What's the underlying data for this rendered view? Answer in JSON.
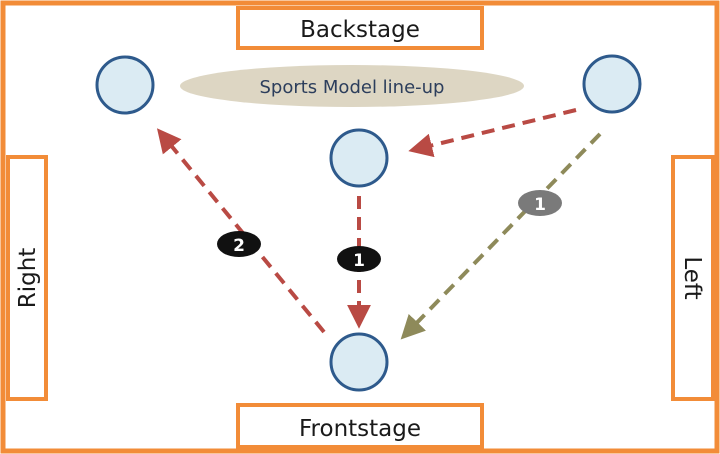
{
  "labels": {
    "backstage": "Backstage",
    "frontstage": "Frontstage",
    "right": "Right",
    "left": "Left",
    "lineup": "Sports Model line-up"
  },
  "badges": {
    "center": "1",
    "left_path": "2",
    "right_path": "1"
  },
  "colors": {
    "border": "#F28C38",
    "circle_fill": "#DBEBF3",
    "circle_stroke": "#2E5A8C",
    "lineup_fill": "#DDD6C3",
    "lineup_text": "#2C3E5C",
    "arrow_red": "#B94A44",
    "arrow_olive": "#8E8A5A",
    "badge_black": "#111111",
    "badge_gray": "#7A7A7A"
  }
}
